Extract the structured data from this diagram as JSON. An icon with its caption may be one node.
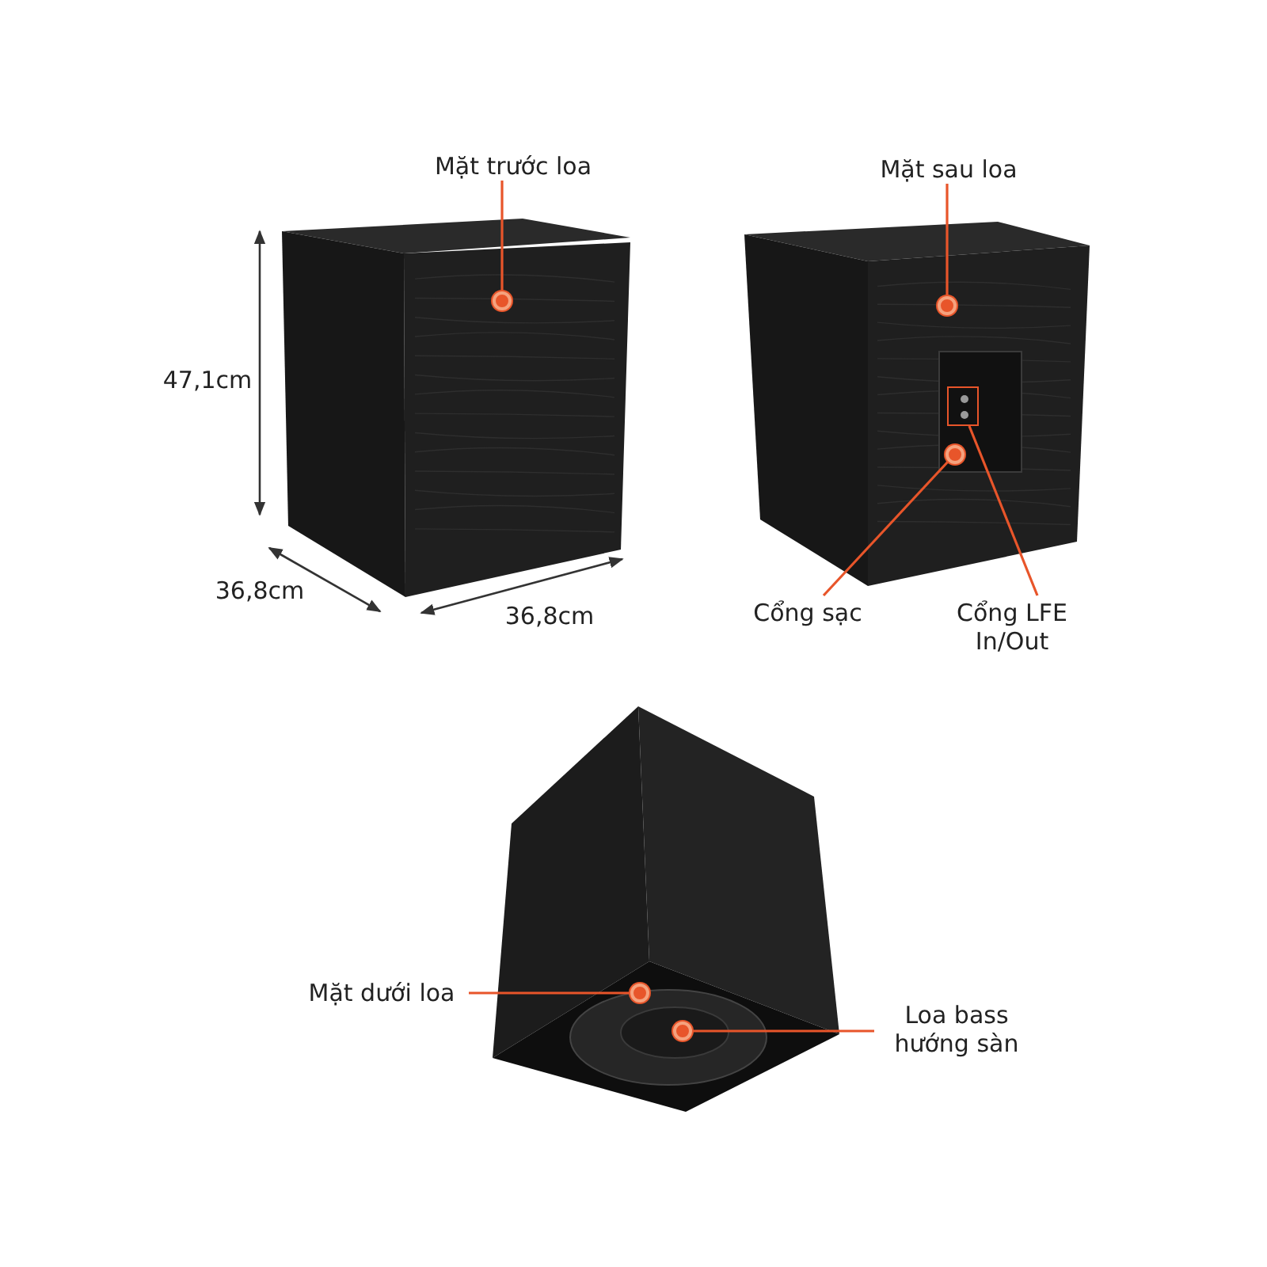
{
  "diagram": {
    "nodes": [
      {
        "text": [
          "Mặt trước loa"
        ]
      },
      {
        "text": [],
        "shape": "circle"
      },
      {
        "text": [
          "Mặt sau loa"
        ]
      },
      {
        "text": [],
        "shape": "circle"
      },
      {
        "text": [
          "Cổng sạc"
        ]
      },
      {
        "text": [],
        "shape": "circle"
      },
      {
        "text": [
          "Cổng LFE In/Out"
        ]
      },
      {
        "text": [],
        "shape": "box"
      },
      {
        "text": [
          "Mặt dưới loa"
        ]
      },
      {
        "text": [],
        "shape": "circle"
      },
      {
        "text": [
          "Loa bass hướng sàn"
        ]
      },
      {
        "text": [],
        "shape": "circle"
      }
    ],
    "edges": [
      {
        "from": 0,
        "to": 1,
        "arrow": "none"
      },
      {
        "from": 2,
        "to": 3,
        "arrow": "none"
      },
      {
        "from": 4,
        "to": 5,
        "arrow": "none"
      },
      {
        "from": 6,
        "to": 7,
        "arrow": "none"
      },
      {
        "from": 8,
        "to": 9,
        "arrow": "none"
      },
      {
        "from": 10,
        "to": 11,
        "arrow": "none"
      }
    ],
    "labels": [
      "47,1cm",
      "36,8cm",
      "36,8cm"
    ]
  }
}
